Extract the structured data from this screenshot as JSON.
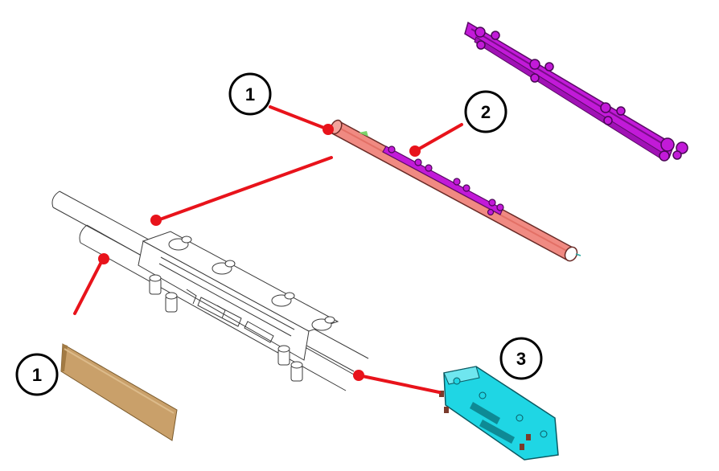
{
  "colors": {
    "leader": "#e8131b",
    "pipe": "#f08a82",
    "rail_top": "#c21ad8",
    "rail_plain": "#b313c9",
    "bracket": "#1fd6e4",
    "wrap": "#c9a06a",
    "outline": "#3a3a3a"
  },
  "callouts": [
    {
      "id": "c1-top",
      "label": "1",
      "part": "pipe"
    },
    {
      "id": "c2",
      "label": "2",
      "part": "rail"
    },
    {
      "id": "c1-bottom",
      "label": "1",
      "part": "pipe-wrap"
    },
    {
      "id": "c3",
      "label": "3",
      "part": "mount-bracket"
    }
  ]
}
